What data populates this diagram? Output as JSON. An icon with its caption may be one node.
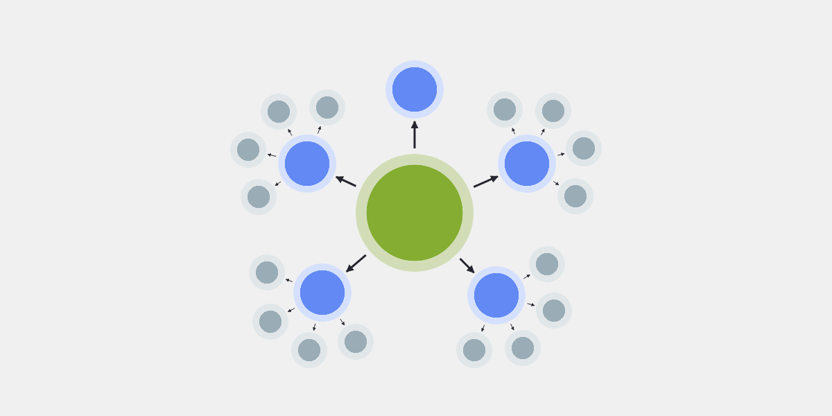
{
  "diagram": {
    "nodes": [
      {
        "text": [],
        "shape": "circle"
      },
      {
        "text": [],
        "shape": "circle"
      },
      {
        "text": [],
        "shape": "circle"
      },
      {
        "text": [],
        "shape": "circle"
      },
      {
        "text": [],
        "shape": "circle"
      },
      {
        "text": [],
        "shape": "circle"
      },
      {
        "text": [],
        "shape": "circle"
      },
      {
        "text": [],
        "shape": "circle"
      },
      {
        "text": [],
        "shape": "circle"
      },
      {
        "text": [],
        "shape": "circle"
      },
      {
        "text": [],
        "shape": "circle"
      },
      {
        "text": [],
        "shape": "circle"
      },
      {
        "text": [],
        "shape": "circle"
      },
      {
        "text": [],
        "shape": "circle"
      },
      {
        "text": [],
        "shape": "circle"
      },
      {
        "text": [],
        "shape": "circle"
      },
      {
        "text": [],
        "shape": "circle"
      },
      {
        "text": [],
        "shape": "circle"
      },
      {
        "text": [],
        "shape": "circle"
      },
      {
        "text": [],
        "shape": "circle"
      },
      {
        "text": [],
        "shape": "circle"
      },
      {
        "text": [],
        "shape": "circle"
      }
    ],
    "edges": [
      {
        "from": 0,
        "to": 1,
        "arrow": "to",
        "style": "thick"
      },
      {
        "from": 0,
        "to": 2,
        "arrow": "to",
        "style": "thick"
      },
      {
        "from": 0,
        "to": 3,
        "arrow": "to",
        "style": "thick"
      },
      {
        "from": 0,
        "to": 4,
        "arrow": "to",
        "style": "thick"
      },
      {
        "from": 0,
        "to": 5,
        "arrow": "to",
        "style": "thick"
      },
      {
        "from": 2,
        "to": 6,
        "arrow": "to"
      },
      {
        "from": 2,
        "to": 7,
        "arrow": "to"
      },
      {
        "from": 2,
        "to": 8,
        "arrow": "to"
      },
      {
        "from": 2,
        "to": 9,
        "arrow": "to"
      },
      {
        "from": 3,
        "to": 10,
        "arrow": "to"
      },
      {
        "from": 3,
        "to": 11,
        "arrow": "to"
      },
      {
        "from": 3,
        "to": 12,
        "arrow": "to"
      },
      {
        "from": 3,
        "to": 13,
        "arrow": "to"
      },
      {
        "from": 4,
        "to": 14,
        "arrow": "to"
      },
      {
        "from": 4,
        "to": 15,
        "arrow": "to"
      },
      {
        "from": 4,
        "to": 16,
        "arrow": "to"
      },
      {
        "from": 4,
        "to": 17,
        "arrow": "to"
      },
      {
        "from": 5,
        "to": 18,
        "arrow": "to"
      },
      {
        "from": 5,
        "to": 19,
        "arrow": "to"
      },
      {
        "from": 5,
        "to": 20,
        "arrow": "to"
      },
      {
        "from": 5,
        "to": 21,
        "arrow": "to"
      }
    ]
  }
}
